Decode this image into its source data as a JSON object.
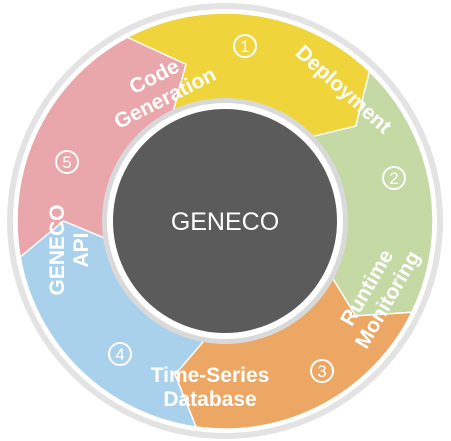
{
  "center": {
    "label": "GENECO",
    "color": "#5b5b5b"
  },
  "segments": [
    {
      "number": "1",
      "lines": [
        "Code",
        "Generation"
      ],
      "color": "#f0d43c"
    },
    {
      "number": "2",
      "lines": [
        "Deployment"
      ],
      "color": "#c4d9a4"
    },
    {
      "number": "3",
      "lines": [
        "Runtime",
        "Monitoring"
      ],
      "color": "#eca764"
    },
    {
      "number": "4",
      "lines": [
        "Time-Series",
        "Database"
      ],
      "color": "#a9d1eb"
    },
    {
      "number": "5",
      "lines": [
        "GENECO",
        "API"
      ],
      "color": "#e9a7ab"
    }
  ]
}
